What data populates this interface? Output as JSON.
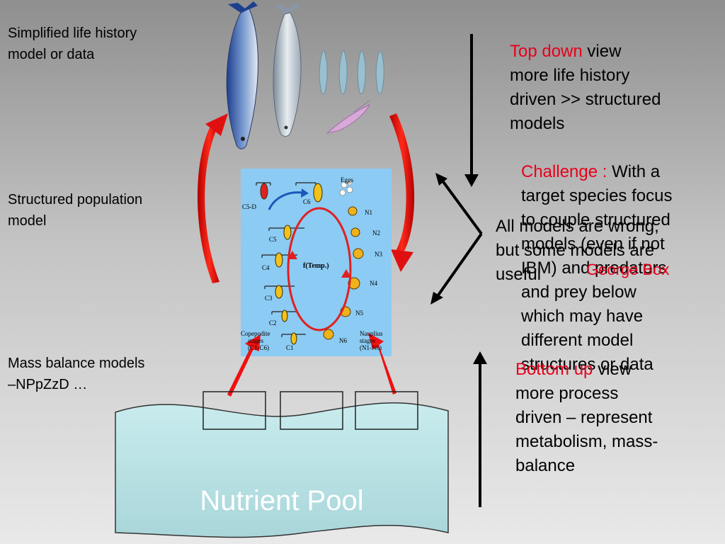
{
  "left_labels": {
    "life_history": [
      "Simplified life history",
      "model or data"
    ],
    "structured": [
      "Structured population",
      "model"
    ],
    "mass_balance": [
      "Mass balance models",
      "–NPpZzD …"
    ]
  },
  "top_down": {
    "highlight": "Top down",
    "rest_first": " view",
    "lines": [
      "more life history",
      "driven >> structured",
      "models"
    ]
  },
  "challenge": {
    "highlight": "Challenge :",
    "rest_first": " With a",
    "lines": [
      "target species focus",
      "to couple structured",
      "models (even if not",
      "IBM) and predators",
      "and prey below",
      "which may have",
      "different model",
      "structures or data"
    ]
  },
  "all_models": {
    "lines": [
      "All models are wrong,",
      "but some models are",
      "useful"
    ],
    "attribution": "George Box"
  },
  "bottom_up": {
    "highlight": "Bottom up",
    "rest_first": " view",
    "lines": [
      "more process",
      "driven – represent",
      "metabolism, mass-",
      "balance"
    ]
  },
  "nutrient_pool": {
    "label": "Nutrient Pool"
  },
  "copepod_diagram": {
    "eggs": "Eggs",
    "temp": "f(Temp.)",
    "copepodite_stages": [
      "C6",
      "C5-D",
      "C5",
      "C4",
      "C3",
      "C2",
      "C1"
    ],
    "nauplius_stages": [
      "N1",
      "N2",
      "N3",
      "N4",
      "N5",
      "N6"
    ],
    "copepodite_group": [
      "Copepodite",
      "stages",
      "(C1-C6)"
    ],
    "nauplius_group": [
      "Nauplius",
      "stages",
      "(N1-N6)"
    ]
  },
  "colors": {
    "accent_red": "#e8001b",
    "arrow_red": "#ee1111",
    "panel_blue": "#8ccbf3",
    "pool_fill": "#bfe3e6"
  }
}
